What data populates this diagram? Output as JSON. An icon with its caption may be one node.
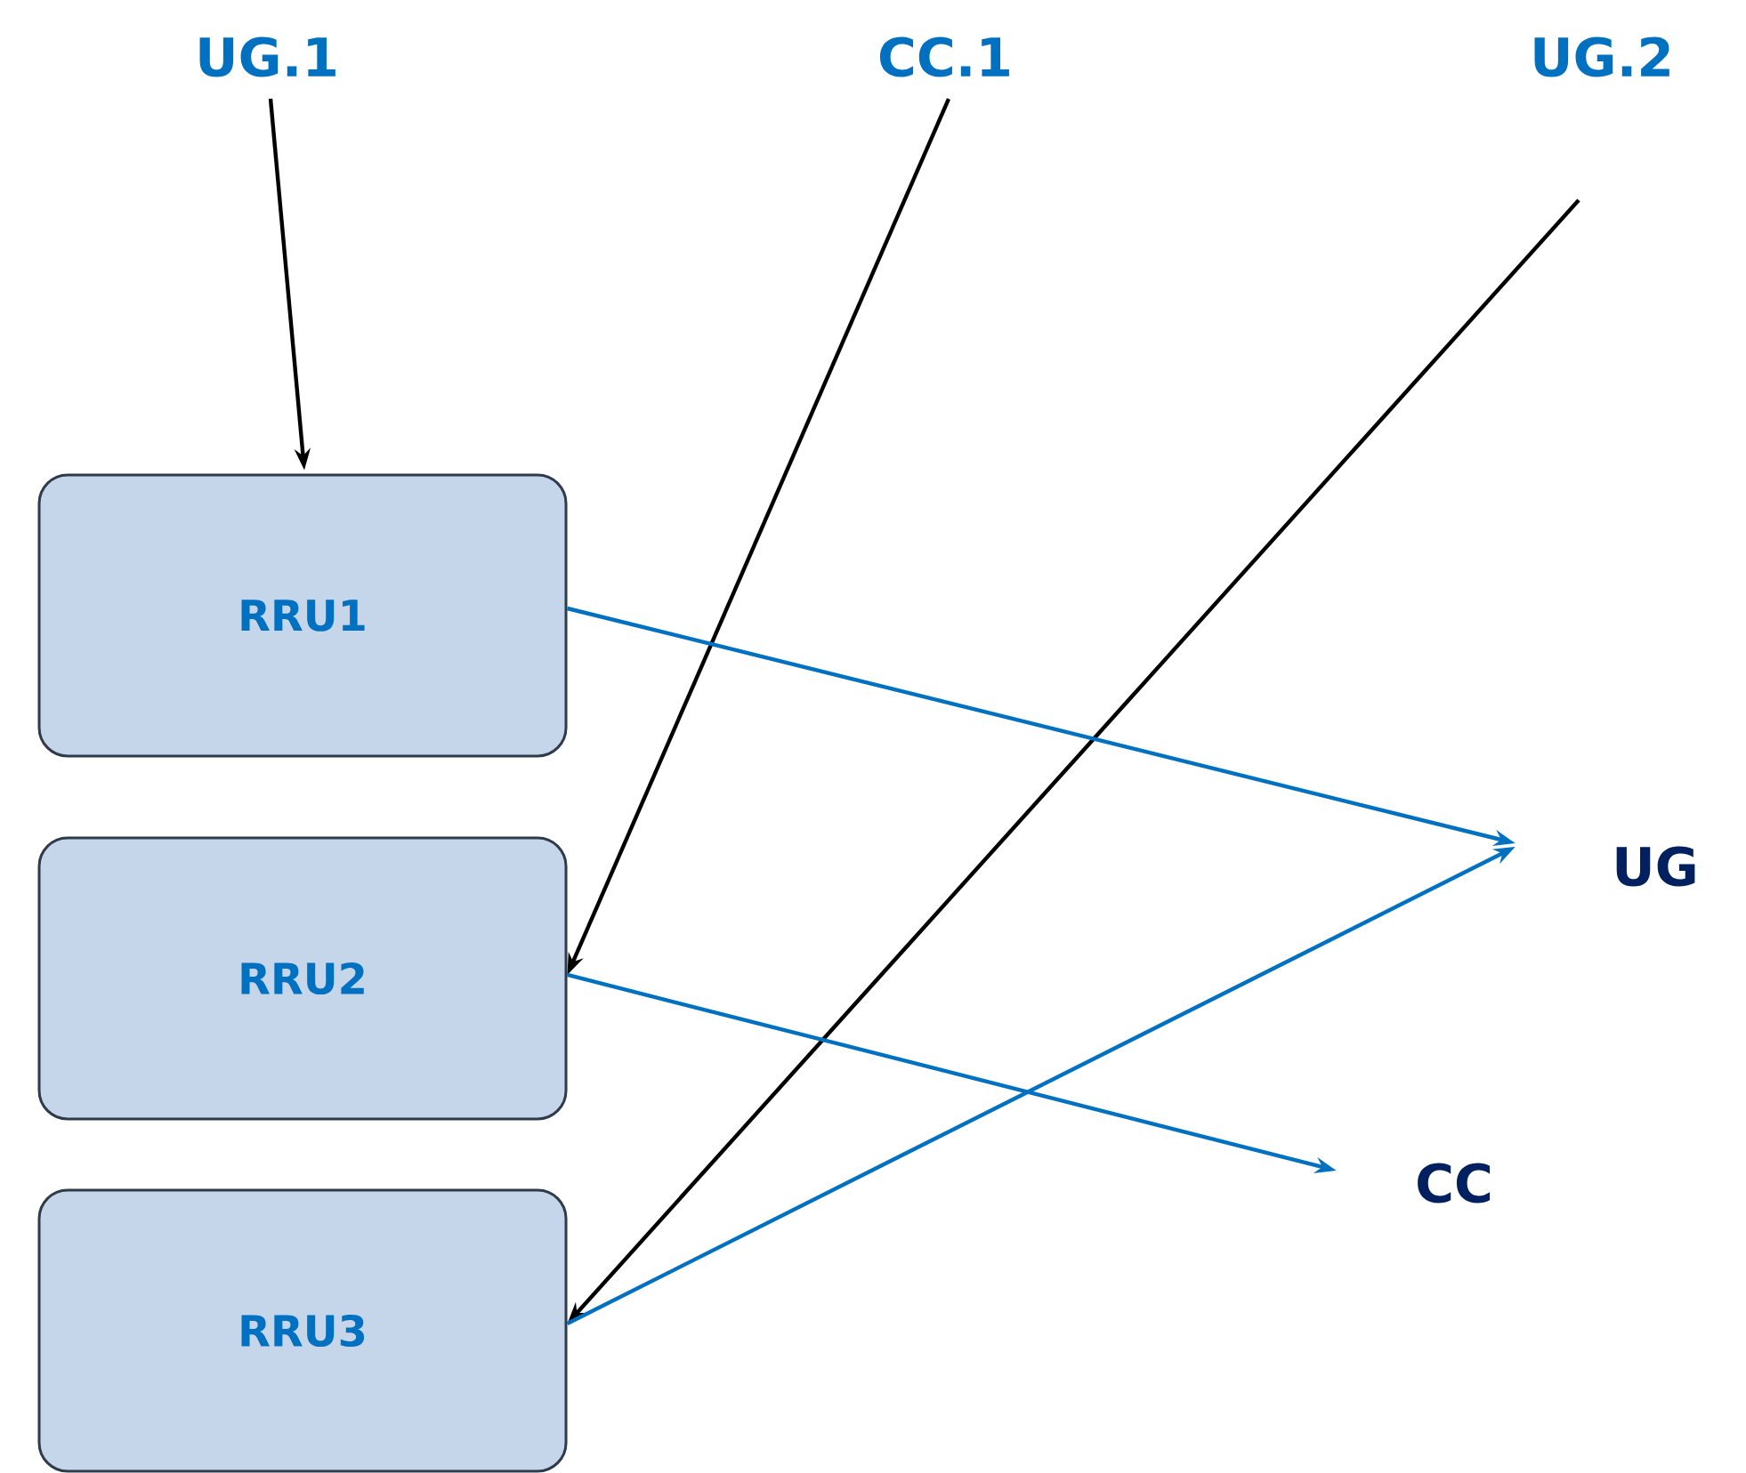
{
  "diagram": {
    "nodes": [
      {
        "text": [
          "UG.1"
        ]
      },
      {
        "text": [
          "CC.1"
        ]
      },
      {
        "text": [
          "UG.2"
        ]
      },
      {
        "text": [
          "RRU1"
        ]
      },
      {
        "text": [
          "RRU2"
        ]
      },
      {
        "text": [
          "RRU3"
        ]
      },
      {
        "text": [
          "UG"
        ]
      },
      {
        "text": [
          "CC"
        ]
      }
    ],
    "edges": [
      {
        "from": 0,
        "to": 3,
        "arrow": "to",
        "color": "#000000"
      },
      {
        "from": 1,
        "to": 4,
        "arrow": "to",
        "color": "#000000"
      },
      {
        "from": 2,
        "to": 5,
        "arrow": "to",
        "color": "#000000"
      },
      {
        "from": 3,
        "to": 6,
        "arrow": "to",
        "color": "#0070c0"
      },
      {
        "from": 4,
        "to": 7,
        "arrow": "to",
        "color": "#0070c0"
      },
      {
        "from": 5,
        "to": 6,
        "arrow": "to",
        "color": "#0070c0"
      }
    ]
  }
}
